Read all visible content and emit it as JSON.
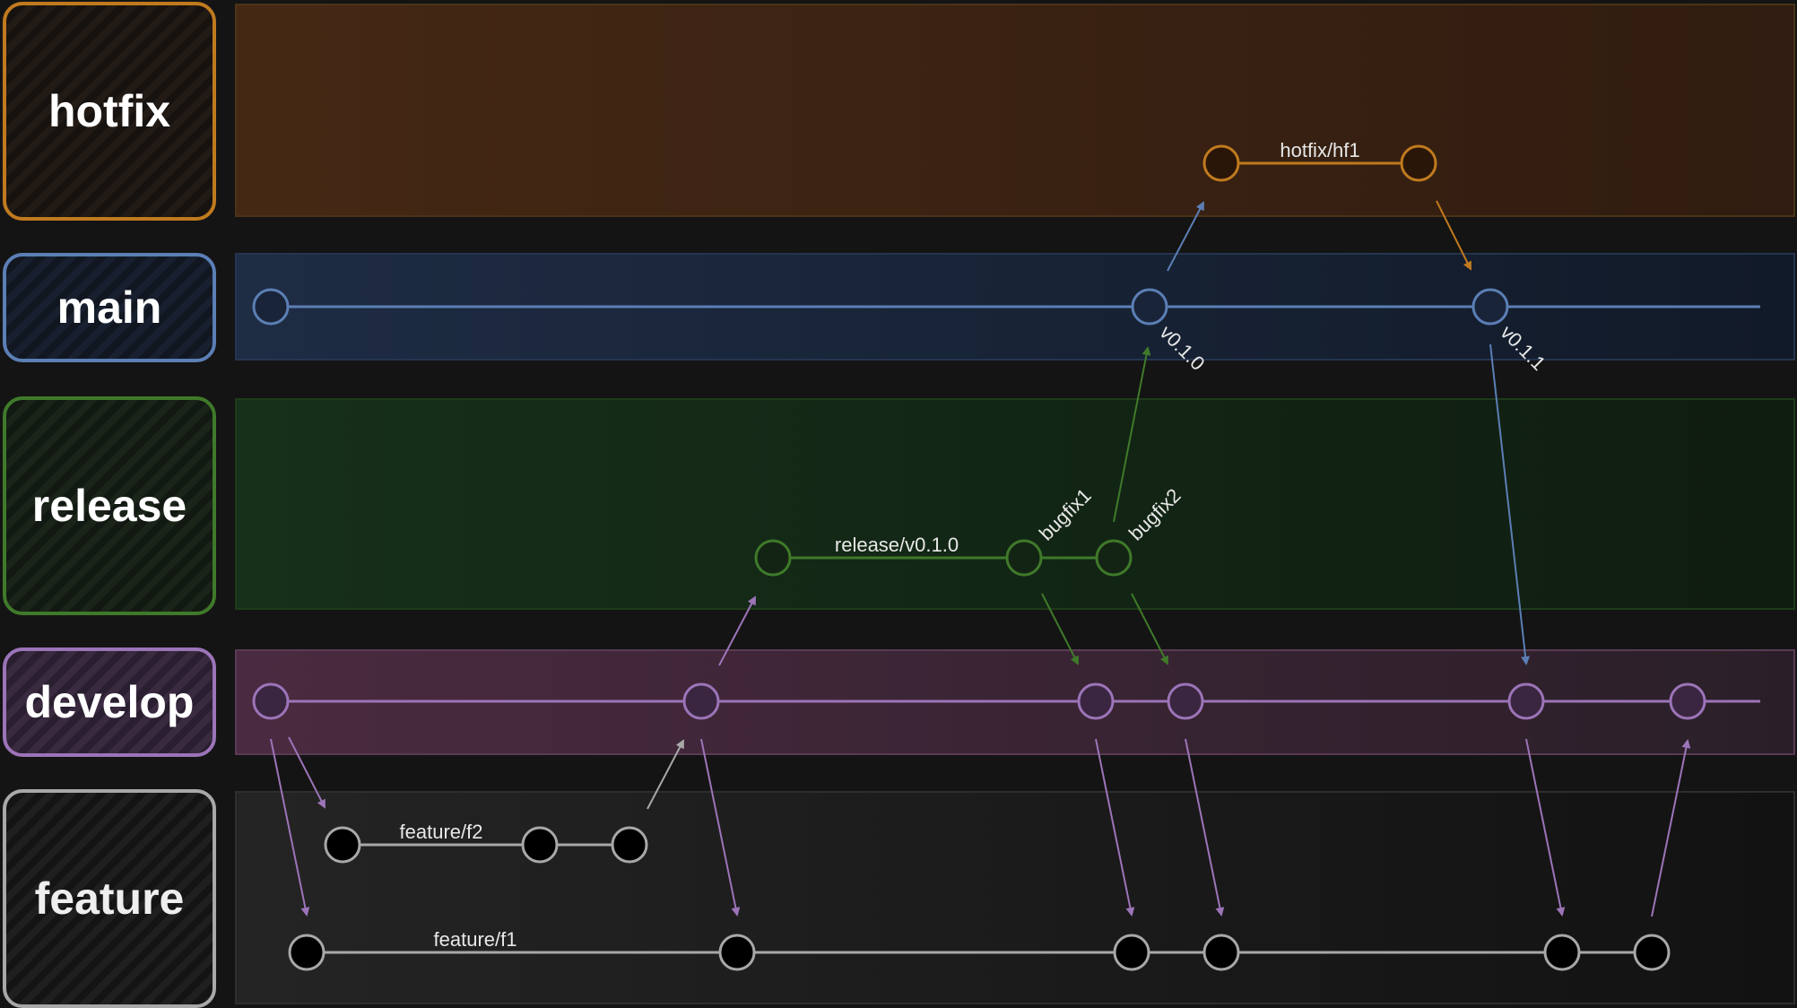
{
  "lanes": {
    "hotfix": {
      "label": "hotfix",
      "color": "#c07a1e"
    },
    "main": {
      "label": "main",
      "color": "#5b7fb5"
    },
    "release": {
      "label": "release",
      "color": "#3f7a2a"
    },
    "develop": {
      "label": "develop",
      "color": "#9c74b8"
    },
    "feature": {
      "label": "feature",
      "color": "#a8a8a8"
    }
  },
  "branch_names": {
    "hotfix": "hotfix/hf1",
    "release": "release/v0.1.0",
    "feature_f2": "feature/f2",
    "feature_f1": "feature/f1"
  },
  "commit_labels": {
    "bugfix1": "bugfix1",
    "bugfix2": "bugfix2"
  },
  "tags": {
    "v010": "v0.1.0",
    "v011": "v0.1.1"
  }
}
